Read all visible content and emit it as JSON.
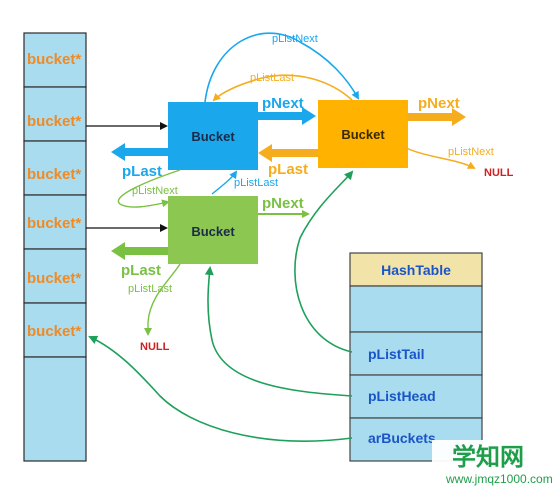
{
  "colors": {
    "bucket_cell_fill": "#a9dcef",
    "bucket_cell_text": "#f08a24",
    "blue_node": "#1aa7ec",
    "orange_node": "#ffb300",
    "green_node": "#8cc751",
    "hash_header": "#f2e3a9",
    "hash_cell": "#a9dcef",
    "hash_text": "#1a55c8",
    "blue": "#1aa7ec",
    "orange": "#f5ad1e",
    "green": "#7ac143",
    "green_dark": "#1fa05a",
    "null_red": "#cc2222",
    "black": "#111111"
  },
  "bucket_array": {
    "cells": [
      "bucket*",
      "bucket*",
      "bucket*",
      "bucket*",
      "bucket*",
      "bucket*"
    ]
  },
  "nodes": {
    "blue": {
      "label": "Bucket"
    },
    "orange": {
      "label": "Bucket"
    },
    "green": {
      "label": "Bucket"
    }
  },
  "labels": {
    "blue_next": "pNext",
    "blue_last": "pLast",
    "orange_next": "pNext",
    "orange_last": "pLast",
    "green_next": "pNext",
    "green_last": "pLast",
    "top_plistnext": "pListNext",
    "top_plistlast": "pListLast",
    "orange_plistnext": "pListNext",
    "orange_null": "NULL",
    "mid_plistnext": "pListNext",
    "mid_plistlast": "pListLast",
    "green_plistlast": "pListLast",
    "green_null": "NULL"
  },
  "hashtable": {
    "title": "HashTable",
    "rows": [
      "",
      "pListTail",
      "pListHead",
      "arBuckets"
    ]
  },
  "watermark": {
    "main": "学知网",
    "sub": "www.jmqz1000.com"
  }
}
